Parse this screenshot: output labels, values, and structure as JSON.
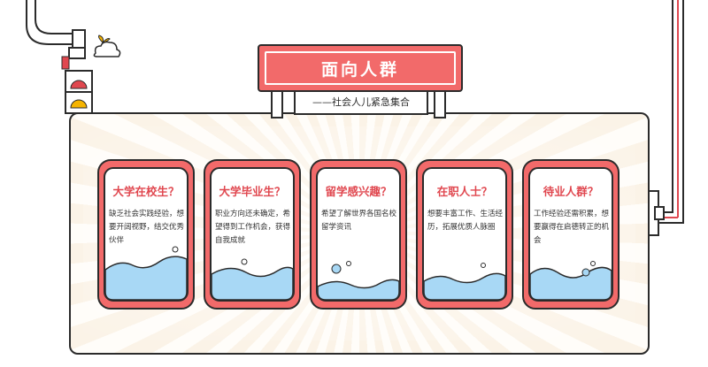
{
  "sign": {
    "title": "面向人群"
  },
  "banner": {
    "subtitle": "——社会人儿紧急集合"
  },
  "cards": [
    {
      "title": "大学在校生？",
      "description": "缺乏社会实践经验，想要开阔视野，结交优秀伙伴"
    },
    {
      "title": "大学毕业生？",
      "description": "职业方向还未确定，希望得到工作机会，获得自我成就"
    },
    {
      "title": "留学感兴趣？",
      "description": "希望了解世界各国名校留学资讯"
    },
    {
      "title": "在职人士？",
      "description": "想要丰富工作、生活经历，拓展优质人脉圈"
    },
    {
      "title": "待业人群？",
      "description": "工作经验还需积累，想要赢得在启德转正的机会"
    }
  ],
  "colors": {
    "accent": "#f26a6a",
    "water": "#a8d8f5",
    "outline": "#2b2b2b",
    "title": "#e0474f"
  }
}
